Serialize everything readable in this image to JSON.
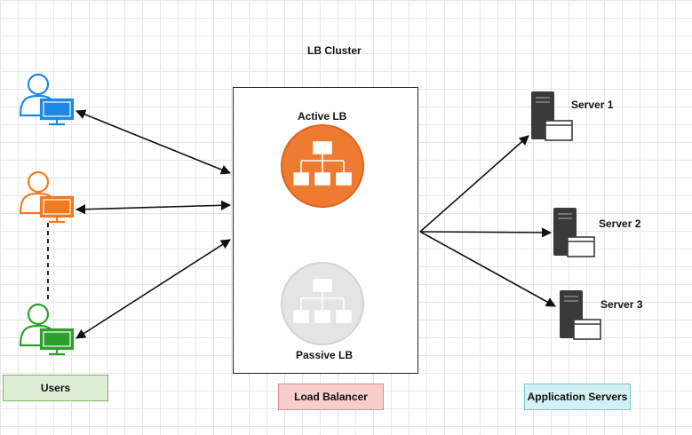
{
  "title": "LB Cluster",
  "load_balancer": {
    "active_label": "Active LB",
    "passive_label": "Passive LB"
  },
  "servers": [
    {
      "label": "Server 1"
    },
    {
      "label": "Server 2"
    },
    {
      "label": "Server 3"
    }
  ],
  "legend": {
    "users": "Users",
    "load_balancer": "Load Balancer",
    "application_servers": "Application Servers"
  },
  "colors": {
    "user_1": "#1E88E5",
    "user_2": "#F47A20",
    "user_3": "#2E9E2E",
    "active_lb": "#EE7B2F",
    "passive_lb": "#E4E4E4",
    "server": "#3A3A3A",
    "users_legend_bg": "#DCEDD6",
    "lb_legend_bg": "#F8CECC",
    "servers_legend_bg": "#D3F0F3"
  },
  "icons": [
    "user-desktop-icon",
    "load-balancer-icon",
    "server-icon"
  ]
}
